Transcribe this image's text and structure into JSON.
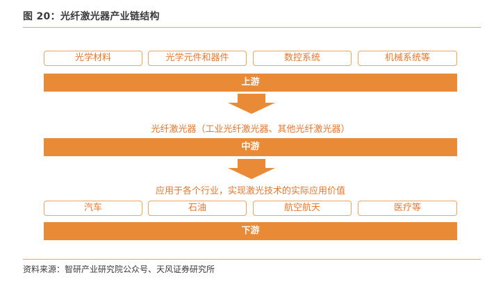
{
  "title": "图 20：光纤激光器产业链结构",
  "upstream": {
    "items": [
      "光学材料",
      "光学元件和器件",
      "数控系统",
      "机械系统等"
    ],
    "label": "上游"
  },
  "midstream": {
    "description": "光纤激光器（工业光纤激光器、其他光纤激光器）",
    "label": "中游"
  },
  "downstream": {
    "description": "应用于各个行业，实现激光技术的实际应用价值",
    "items": [
      "汽车",
      "石油",
      "航空航天",
      "医疗等"
    ],
    "label": "下游"
  },
  "source": "资料来源：智研产业研究院公众号、天风证券研究所",
  "colors": {
    "accent": "#e98a36",
    "text_accent": "#e8772e",
    "border": "#f0a35c"
  }
}
